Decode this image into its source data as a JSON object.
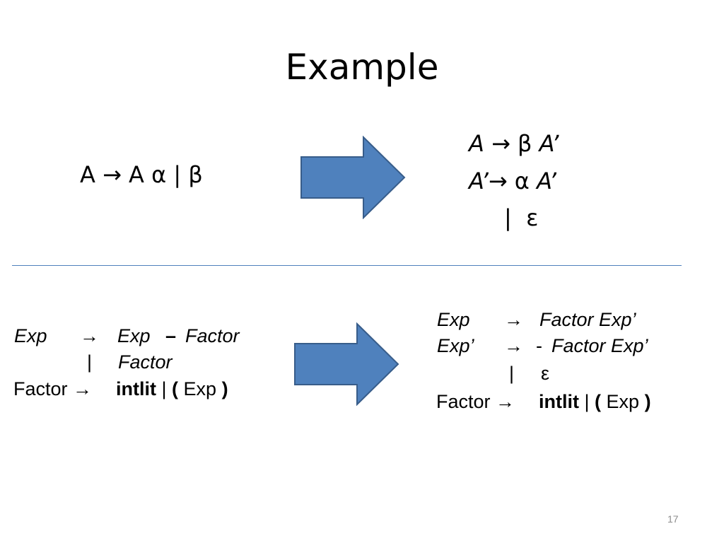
{
  "slide": {
    "title": "Example",
    "page_number": "17"
  },
  "top": {
    "left_rule": {
      "lhs": "A",
      "arrow": "→",
      "rhs": "A α | β"
    },
    "right_rules": [
      {
        "lhs": "A",
        "arrow": "→",
        "rhs_plain": "β",
        "rhs_italic": "A’"
      },
      {
        "lhs": "A’",
        "arrow": "→",
        "rhs_plain": "α",
        "rhs_italic": "A’"
      },
      {
        "alt_bar": "|",
        "alt": "ε"
      }
    ]
  },
  "bottom": {
    "left": {
      "r1": {
        "lhs": "Exp",
        "arrow": "→",
        "exp": "Exp",
        "dash": "–",
        "factor": "Factor"
      },
      "r2": {
        "bar": "|",
        "factor": "Factor"
      },
      "r3": {
        "lhs": "Factor",
        "arrow": "→",
        "intlit": "intlit",
        "bar": "|",
        "lparen": "(",
        "exp": "Exp",
        "rparen": ")"
      }
    },
    "right": {
      "r1": {
        "lhs": "Exp",
        "arrow": "→",
        "rhs": "Factor Exp’"
      },
      "r2": {
        "lhs": "Exp’",
        "arrow": "→",
        "dash": "-",
        "rhs": "Factor  Exp’"
      },
      "r3": {
        "bar": "|",
        "eps": "ε"
      },
      "r4": {
        "lhs": "Factor",
        "arrow": "→",
        "intlit": "intlit",
        "bar": "|",
        "lparen": "(",
        "exp": "Exp",
        "rparen": ")"
      }
    }
  },
  "colors": {
    "arrow_fill": "#4f81bd",
    "arrow_stroke": "#385d8a",
    "divider": "#4f81bd"
  }
}
